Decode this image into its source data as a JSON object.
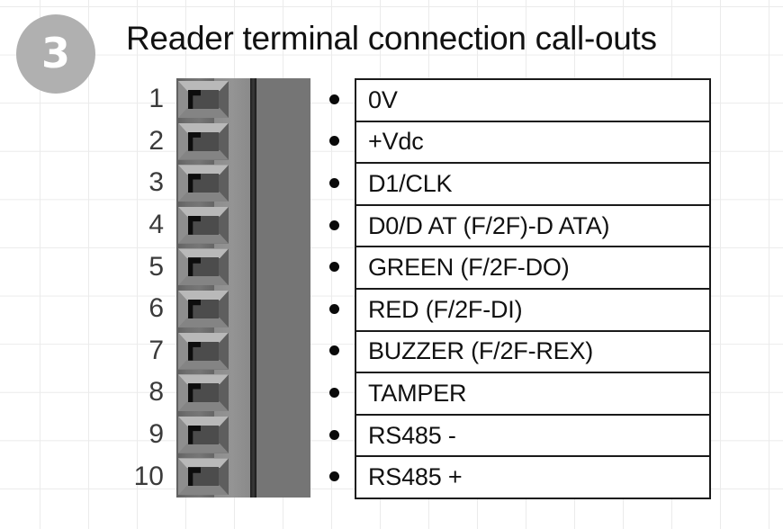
{
  "badge": {
    "number": "3"
  },
  "header": {
    "title": "Reader terminal connection call-outs"
  },
  "connector": {
    "icon_screw": "screw-head-icon",
    "icon_hole": "wire-entry-hole-icon",
    "pin_count": 10
  },
  "colors": {
    "badge_fill": "#b0b0b0",
    "badge_text": "#ffffff",
    "title_text": "#111111",
    "pin_number_text": "#3b3b3b",
    "table_border": "#1a1a1a",
    "bullet": "#0a0a0a",
    "grid_line": "#ebebeb",
    "connector_screw_column": "#6e6e6e",
    "connector_mid_band": "#919191",
    "connector_divider": "#1d1d1d",
    "connector_hole_column": "#757575",
    "page_background": "#ffffff"
  },
  "pins": [
    {
      "number": "1",
      "label": "0V"
    },
    {
      "number": "2",
      "label": "+Vdc"
    },
    {
      "number": "3",
      "label": "D1/CLK"
    },
    {
      "number": "4",
      "label": "D0/D AT (F/2F)-D ATA)"
    },
    {
      "number": "5",
      "label": "GREEN (F/2F-DO)"
    },
    {
      "number": "6",
      "label": "RED (F/2F-DI)"
    },
    {
      "number": "7",
      "label": "BUZZER (F/2F-REX)"
    },
    {
      "number": "8",
      "label": "TAMPER"
    },
    {
      "number": "9",
      "label": "RS485 -"
    },
    {
      "number": "10",
      "label": "RS485 +"
    }
  ]
}
